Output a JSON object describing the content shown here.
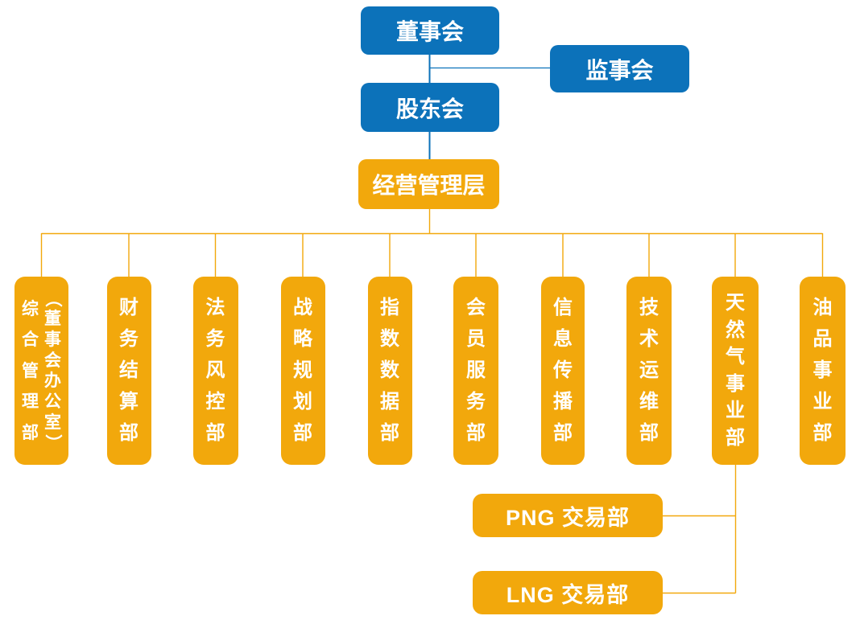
{
  "diagram": {
    "type": "org-chart",
    "colors": {
      "blue": "#0C72BA",
      "orange": "#F2A80C",
      "text": "#FFFFFF",
      "background": "#FFFFFF"
    },
    "top_nodes": {
      "board": {
        "label": "董事会"
      },
      "supervisory": {
        "label": "监事会"
      },
      "shareholders": {
        "label": "股东会"
      },
      "management": {
        "label": "经营管理层"
      }
    },
    "departments": [
      {
        "label": "综合管理部（董事会办公室）",
        "columns": [
          "综合管理部",
          "（董事会办公室）"
        ]
      },
      {
        "label": "财务结算部",
        "columns": [
          "财务结算部"
        ]
      },
      {
        "label": "法务风控部",
        "columns": [
          "法务风控部"
        ]
      },
      {
        "label": "战略规划部",
        "columns": [
          "战略规划部"
        ]
      },
      {
        "label": "指数数据部",
        "columns": [
          "指数数据部"
        ]
      },
      {
        "label": "会员服务部",
        "columns": [
          "会员服务部"
        ]
      },
      {
        "label": "信息传播部",
        "columns": [
          "信息传播部"
        ]
      },
      {
        "label": "技术运维部",
        "columns": [
          "技术运维部"
        ]
      },
      {
        "label": "天然气事业部",
        "columns": [
          "天然气事业部"
        ]
      },
      {
        "label": "油品事业部",
        "columns": [
          "油品事业部"
        ]
      }
    ],
    "sub_departments": [
      {
        "label": "PNG 交易部",
        "parent": "天然气事业部"
      },
      {
        "label": "LNG 交易部",
        "parent": "天然气事业部"
      }
    ]
  }
}
